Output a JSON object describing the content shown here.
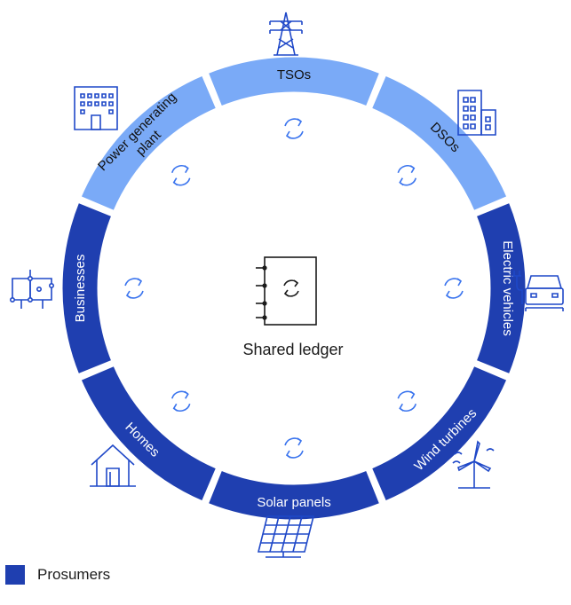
{
  "center": {
    "label": "Shared ledger"
  },
  "segments": [
    {
      "id": "tsos",
      "label": "TSOs",
      "group": "light",
      "icon": "transmission-tower-icon"
    },
    {
      "id": "dsos",
      "label": "DSOs",
      "group": "light",
      "icon": "office-building-icon"
    },
    {
      "id": "electric-vehicles",
      "label": "Electric vehicles",
      "group": "dark",
      "icon": "electric-car-icon"
    },
    {
      "id": "wind-turbines",
      "label": "Wind turbines",
      "group": "dark",
      "icon": "wind-turbine-icon"
    },
    {
      "id": "solar-panels",
      "label": "Solar panels",
      "group": "dark",
      "icon": "solar-panel-icon"
    },
    {
      "id": "homes",
      "label": "Homes",
      "group": "dark",
      "icon": "house-icon"
    },
    {
      "id": "businesses",
      "label": "Businesses",
      "group": "dark",
      "icon": "network-nodes-icon"
    },
    {
      "id": "power-plant",
      "label": "Power generating plant",
      "label_lines": [
        "Power generating",
        "plant"
      ],
      "group": "light",
      "icon": "factory-building-icon"
    }
  ],
  "legend": {
    "label": "Prosumers",
    "swatch_group": "dark"
  },
  "colors": {
    "dark": "#1f3fb0",
    "light": "#7aaaf7",
    "icon": "#1f48c8",
    "sync": "#3a74ee",
    "text_dark_ring": "#ffffff",
    "text_light_ring": "#111111",
    "center_text": "#1a1a1a"
  }
}
